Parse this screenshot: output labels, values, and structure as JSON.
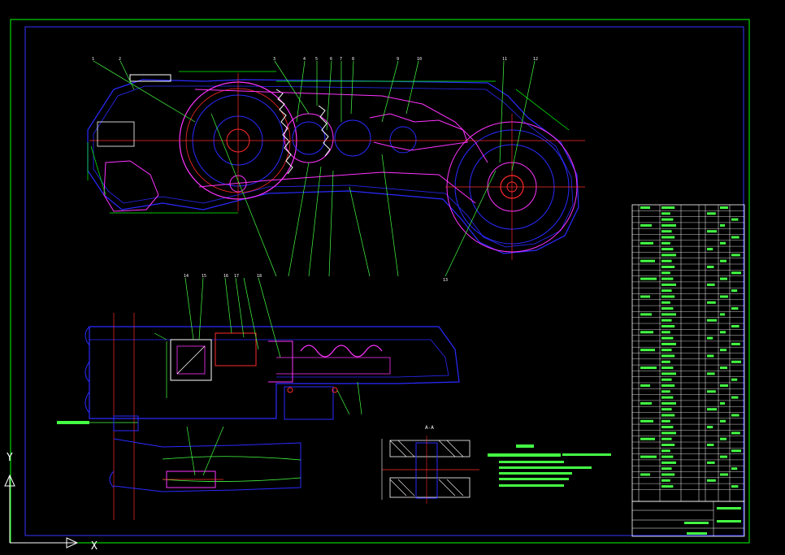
{
  "drawing": {
    "axis_y": "Y",
    "axis_x": "X",
    "section_label": "A-A",
    "callouts_top": [
      "1",
      "2",
      "3",
      "4",
      "5",
      "6",
      "7",
      "8",
      "9",
      "10",
      "11",
      "12",
      "13"
    ],
    "callouts_mid": [
      "14",
      "15",
      "16",
      "17",
      "18"
    ]
  },
  "colors": {
    "background": "#000000",
    "frame": "#00ff00",
    "inner_frame": "#3333ff",
    "part": "#2a2aff",
    "red": "#ff2a2a",
    "magenta": "#ff33ff",
    "leader": "#44ff44",
    "white": "#ffffff",
    "cyan": "#00ffff"
  }
}
